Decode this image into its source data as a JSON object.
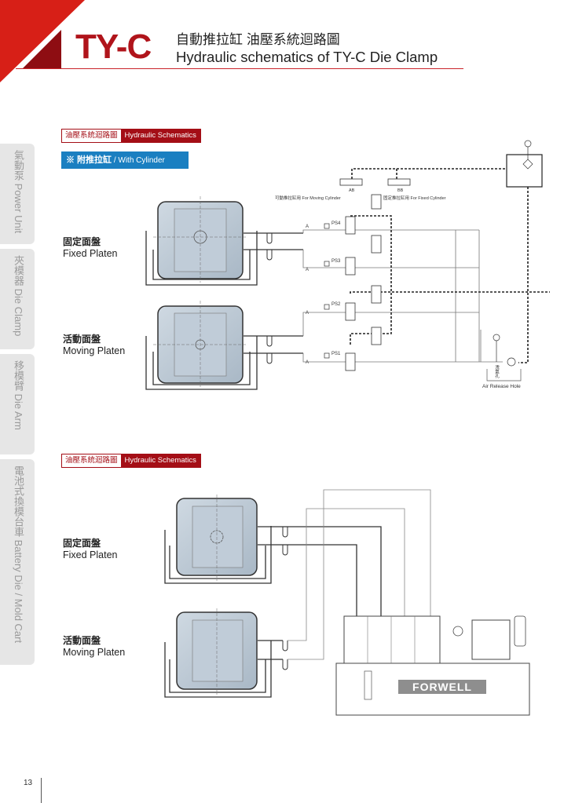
{
  "header": {
    "code": "TY-C",
    "title_zh": "自動推拉缸 油壓系統迴路圖",
    "title_en": "Hydraulic schematics of TY-C Die Clamp",
    "accent_color": "#b0141b"
  },
  "sidebar": {
    "tabs": [
      {
        "label": "氣動泵 Power Unit"
      },
      {
        "label": "夾模器 Die Clamp"
      },
      {
        "label": "移模臂 Die Arm"
      },
      {
        "label": "電池式換模台車 Battery Die / Mold Cart"
      }
    ]
  },
  "section1": {
    "label_zh": "油壓系統迴路圖",
    "label_en": "Hydraulic Schematics",
    "cylinder_prefix": "※ 附推拉缸",
    "cylinder_en": "/ With Cylinder",
    "fixed_platen_zh": "固定面盤",
    "fixed_platen_en": "Fixed Platen",
    "moving_platen_zh": "活動面盤",
    "moving_platen_en": "Moving Platen",
    "ab_label": "AB",
    "bb_label": "BB",
    "moving_cyl_label": "可動推拉缸用 For Moving Cylinder",
    "fixed_cyl_label": "固定推拉缸用 For Fixed Cylinder",
    "pressure_switches": [
      "PS4",
      "PS3",
      "PS2",
      "PS1"
    ],
    "port_label": "A",
    "air_release_zh": "洩氣孔",
    "air_release_en": "Air Release Hole"
  },
  "section2": {
    "label_zh": "油壓系統迴路圖",
    "label_en": "Hydraulic Schematics",
    "fixed_platen_zh": "固定面盤",
    "fixed_platen_en": "Fixed Platen",
    "moving_platen_zh": "活動面盤",
    "moving_platen_en": "Moving Platen",
    "brand": "FORWELL"
  },
  "footer": {
    "page_number": "13"
  }
}
